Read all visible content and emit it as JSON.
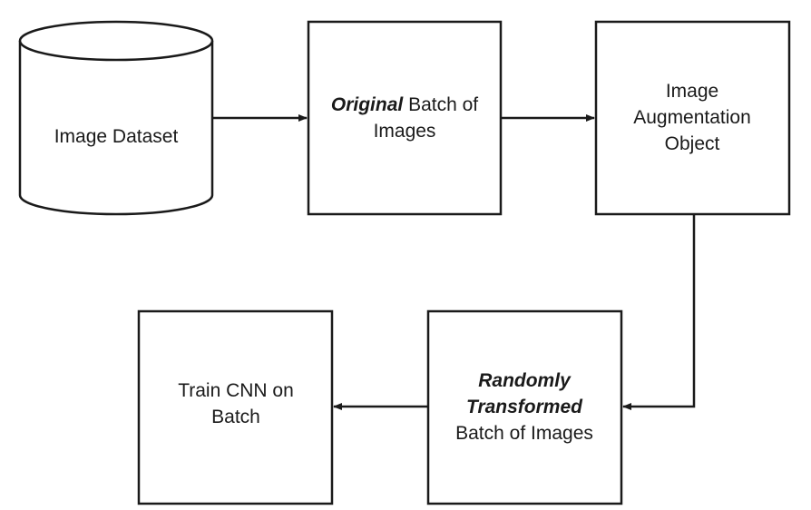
{
  "diagram": {
    "nodes": {
      "dataset": {
        "label": "Image Dataset",
        "shape": "cylinder"
      },
      "original": {
        "label_emph": "Original",
        "label_rest": "Batch of Images",
        "shape": "rectangle"
      },
      "augment": {
        "label": "Image Augmentation Object",
        "shape": "rectangle"
      },
      "transformed": {
        "label_emph": "Randomly Transformed",
        "label_rest": "Batch of Images",
        "shape": "rectangle"
      },
      "train": {
        "label": "Train CNN on Batch",
        "shape": "rectangle"
      }
    },
    "edges": [
      {
        "from": "Image Dataset",
        "to": "Original Batch of Images"
      },
      {
        "from": "Original Batch of Images",
        "to": "Image Augmentation Object"
      },
      {
        "from": "Image Augmentation Object",
        "to": "Randomly Transformed Batch of Images"
      },
      {
        "from": "Randomly Transformed Batch of Images",
        "to": "Train CNN on Batch"
      }
    ],
    "colors": {
      "stroke": "#1a1a1a",
      "fill": "#ffffff"
    }
  }
}
